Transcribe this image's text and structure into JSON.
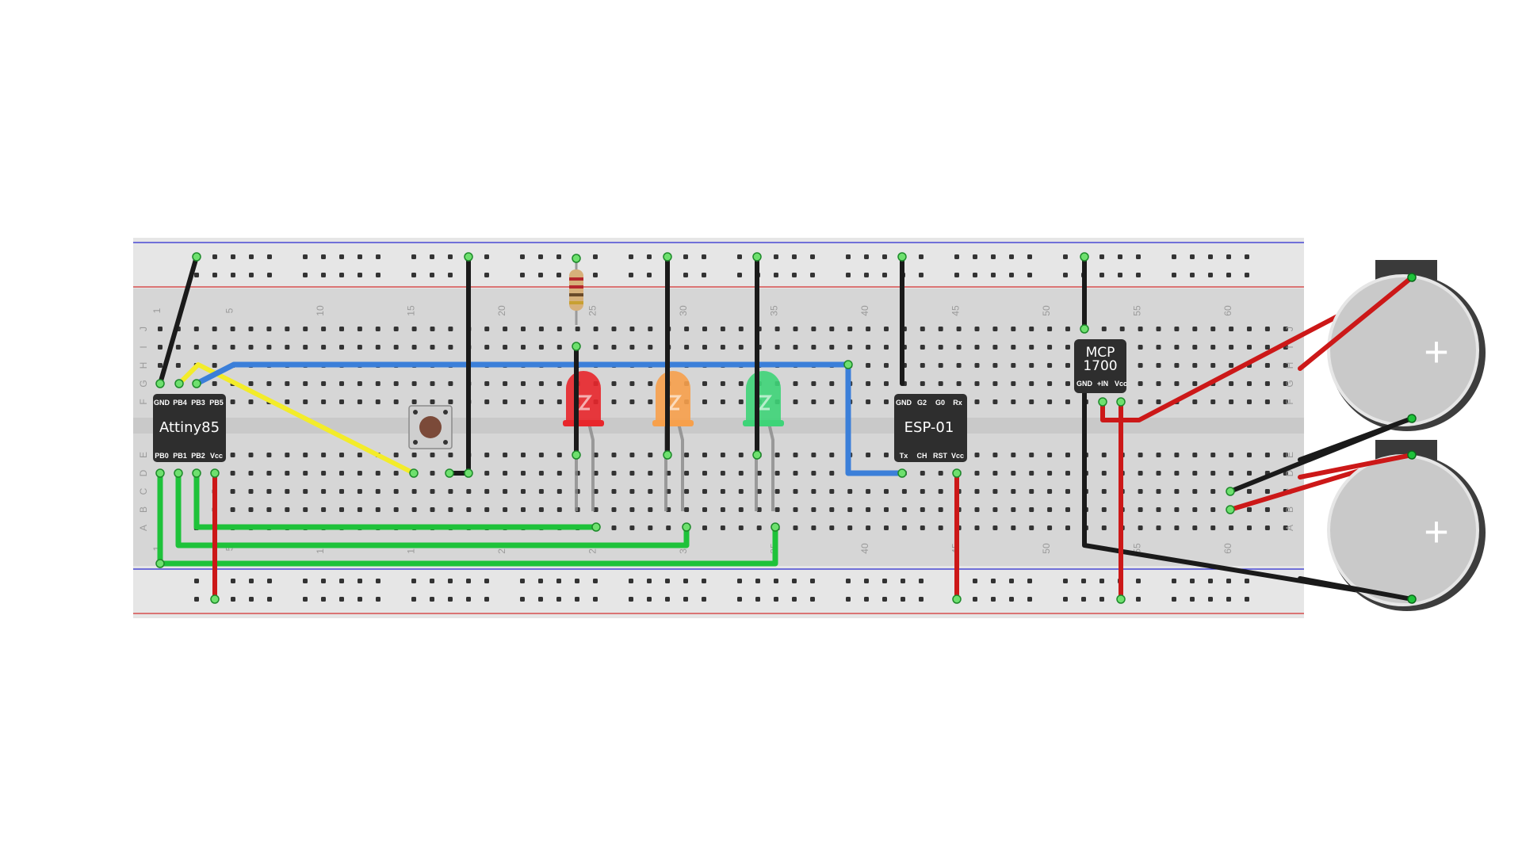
{
  "breadboard": {
    "column_numbers": [
      "1",
      "5",
      "10",
      "15",
      "20",
      "25",
      "30",
      "35",
      "40",
      "45",
      "50",
      "55",
      "60"
    ],
    "row_letters_top": [
      "J",
      "I",
      "H",
      "G",
      "F"
    ],
    "row_letters_bottom": [
      "E",
      "D",
      "C",
      "B",
      "A"
    ]
  },
  "chips": {
    "attiny85": {
      "name": "Attiny85",
      "top_pins": [
        "GND",
        "PB4",
        "PB3",
        "PB5"
      ],
      "bottom_pins": [
        "PB0",
        "PB1",
        "PB2",
        "Vcc"
      ]
    },
    "esp01": {
      "name": "ESP-01",
      "top_pins": [
        "GND",
        "G2",
        "G0",
        "Rx"
      ],
      "bottom_pins": [
        "Tx",
        "CH",
        "RST",
        "Vcc"
      ]
    },
    "mcp1700": {
      "name_line1": "MCP",
      "name_line2": "1700",
      "pins": [
        "GND",
        "+IN",
        "Vcc"
      ]
    }
  },
  "batteries": [
    {
      "symbol": "+"
    },
    {
      "symbol": "+"
    }
  ],
  "components": {
    "leds": [
      {
        "color_name": "red",
        "color": "#e8262b"
      },
      {
        "color_name": "orange",
        "color": "#f7a04b"
      },
      {
        "color_name": "green",
        "color": "#3ed478"
      }
    ],
    "resistor_color": "#d7b07a",
    "button_color": "#7b4a39"
  },
  "wire_colors": {
    "black": "#1a1a1a",
    "red": "#cc1818",
    "blue": "#3b7fd9",
    "yellow": "#f3ec2a",
    "green": "#1ec23a"
  }
}
